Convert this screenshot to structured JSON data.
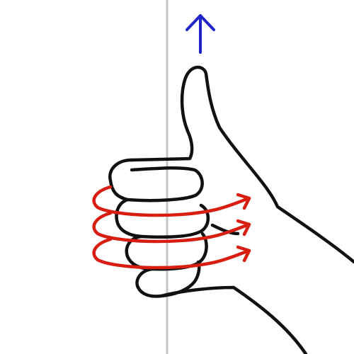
{
  "diagram": {
    "subject": "right-hand rule",
    "parts": {
      "axis": {
        "name": "axis-line"
      },
      "direction_arrow": {
        "name": "upward-direction-arrow"
      },
      "hand": {
        "name": "thumbs-up-hand"
      },
      "rotation_arrows": {
        "name": "curl-arrows",
        "count": 3
      }
    }
  },
  "colors": {
    "background": "#ffffff",
    "axis": "#c4c4c4",
    "arrow_up": "#1f24c8",
    "hand_stroke": "#111111",
    "curl_arrows": "#d81e10"
  }
}
